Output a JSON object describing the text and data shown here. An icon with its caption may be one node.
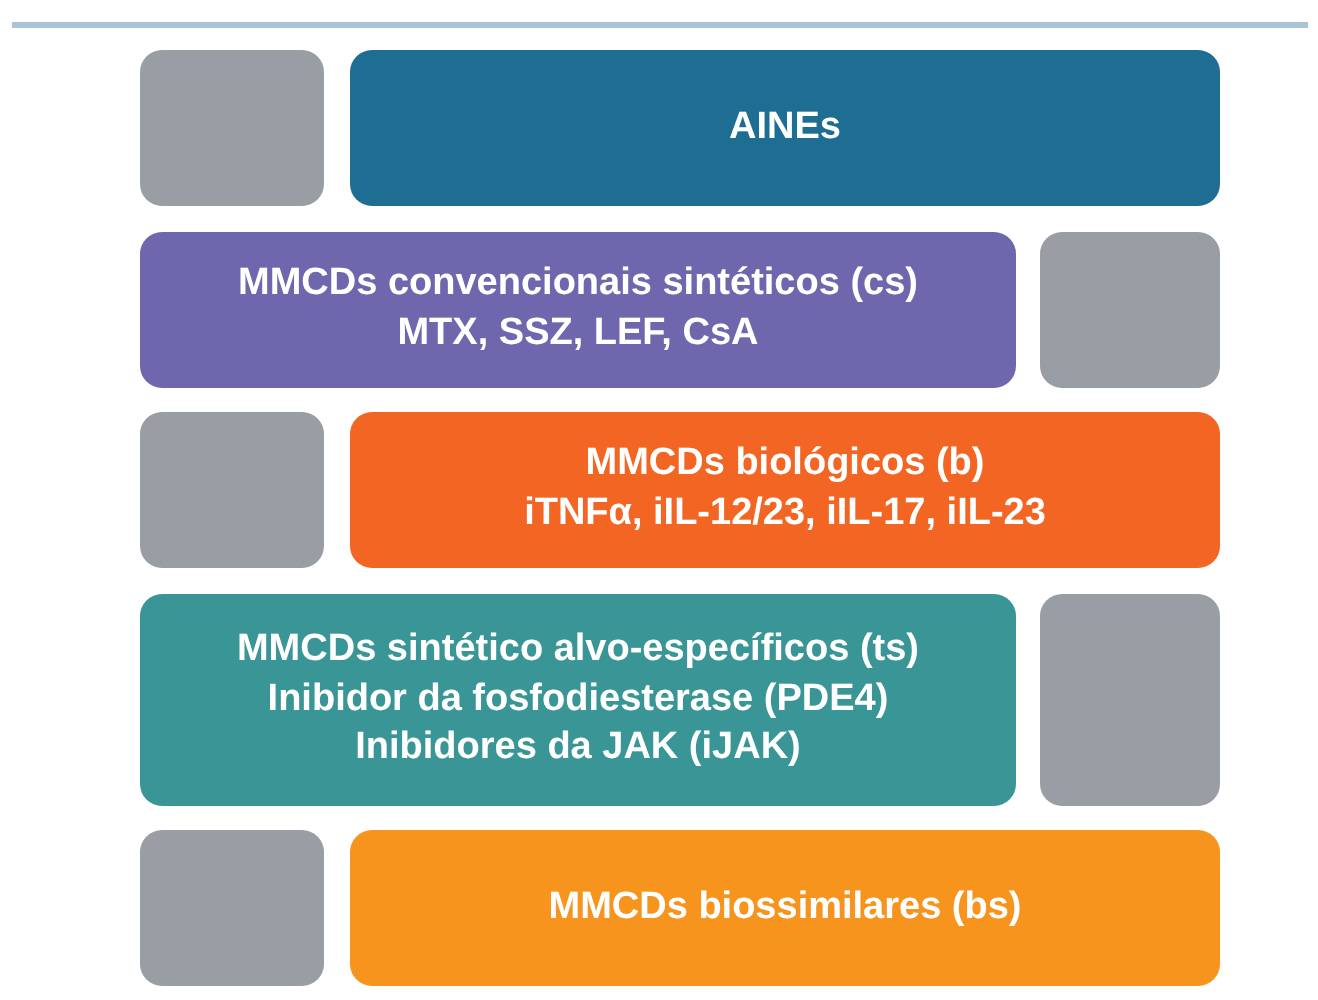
{
  "diagram": {
    "nodes": [
      {
        "text": [],
        "shape": "box"
      },
      {
        "text": [
          "AINEs"
        ]
      },
      {
        "text": [
          "MMCDs convencionais sintéticos (cs)",
          "MTX, SSZ, LEF, CsA"
        ]
      },
      {
        "text": [],
        "shape": "box"
      },
      {
        "text": [],
        "shape": "box"
      },
      {
        "text": [
          "MMCDs biológicos (b)",
          "iTNFα, iIL-12/23, iIL-17, iIL-23"
        ]
      },
      {
        "text": [
          "MMCDs sintético alvo-específicos (ts)",
          "Inibidor da fosfodiesterase (PDE4)",
          "Inibidores da JAK (iJAK)"
        ]
      },
      {
        "text": [],
        "shape": "box"
      },
      {
        "text": [],
        "shape": "box"
      },
      {
        "text": [
          "MMCDs biossimilares (bs)"
        ]
      }
    ]
  }
}
